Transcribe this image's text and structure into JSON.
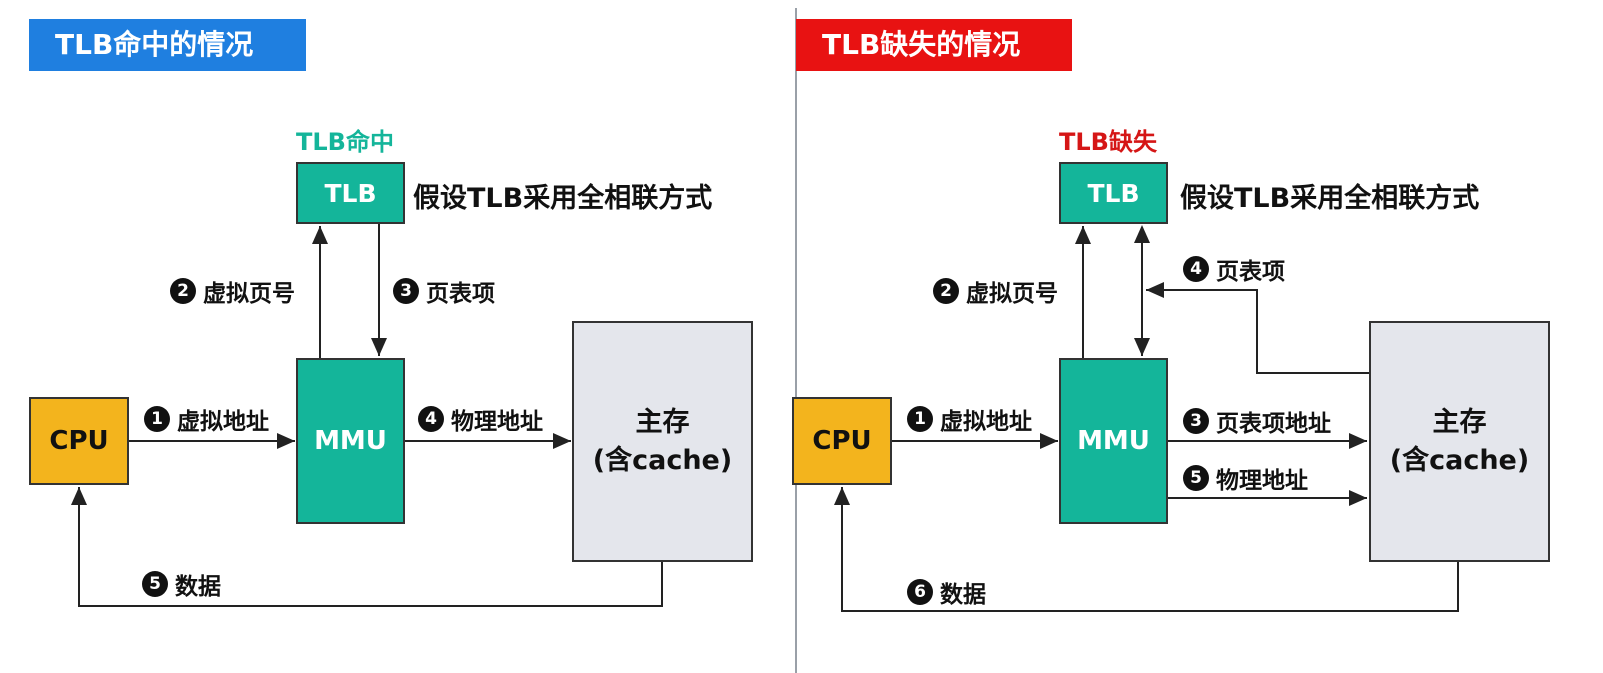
{
  "hit": {
    "title": "TLB命中的情况",
    "status": "TLB命中",
    "tlb": "TLB",
    "note": "假设TLB采用全相联方式",
    "cpu": "CPU",
    "mmu": "MMU",
    "memory_line1": "主存",
    "memory_line2": "(含cache)",
    "steps": [
      {
        "num": "1",
        "label": "虚拟地址"
      },
      {
        "num": "2",
        "label": "虚拟页号"
      },
      {
        "num": "3",
        "label": "页表项"
      },
      {
        "num": "4",
        "label": "物理地址"
      },
      {
        "num": "5",
        "label": "数据"
      }
    ]
  },
  "miss": {
    "title": "TLB缺失的情况",
    "status": "TLB缺失",
    "tlb": "TLB",
    "note": "假设TLB采用全相联方式",
    "cpu": "CPU",
    "mmu": "MMU",
    "memory_line1": "主存",
    "memory_line2": "(含cache)",
    "steps": [
      {
        "num": "1",
        "label": "虚拟地址"
      },
      {
        "num": "2",
        "label": "虚拟页号"
      },
      {
        "num": "3",
        "label": "页表项地址"
      },
      {
        "num": "4",
        "label": "页表项"
      },
      {
        "num": "5",
        "label": "物理地址"
      },
      {
        "num": "6",
        "label": "数据"
      }
    ]
  },
  "colors": {
    "hit_title_bg": "#1f7fe0",
    "miss_title_bg": "#e81212",
    "hit_status": "#14b59a",
    "miss_status": "#d51616",
    "tlb_mmu": "#14b59a",
    "cpu": "#f3b41d",
    "memory": "#e4e6ec"
  }
}
